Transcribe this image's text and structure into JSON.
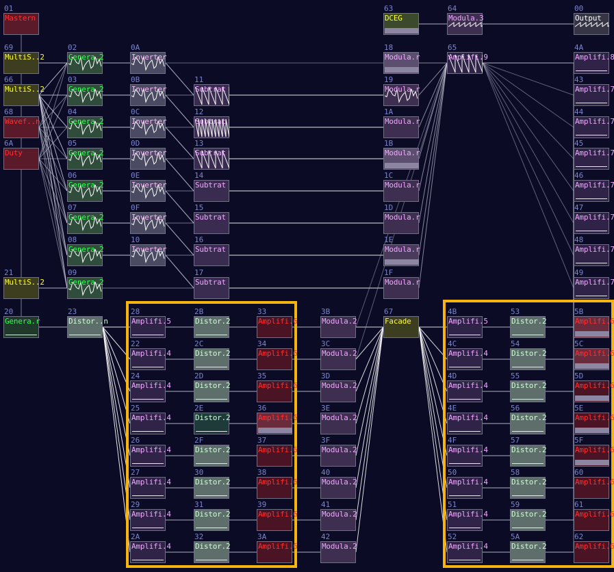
{
  "colors": {
    "background": "#0b0b26",
    "group_border": "#f5b40f"
  },
  "nodes": [
    {
      "id": "01",
      "name": "Mastern",
      "type": "master"
    },
    {
      "id": "69",
      "name": "MultiS..2",
      "type": "multi"
    },
    {
      "id": "66",
      "name": "MultiS..2",
      "type": "multi"
    },
    {
      "id": "68",
      "name": "Wavef..n",
      "type": "red"
    },
    {
      "id": "6A",
      "name": "Duty",
      "type": "red"
    },
    {
      "id": "21",
      "name": "MultiS..2",
      "type": "multi"
    },
    {
      "id": "20",
      "name": "Genera.r",
      "type": "genplain"
    },
    {
      "id": "02",
      "name": "Genera.2",
      "type": "gen"
    },
    {
      "id": "03",
      "name": "Genera.2",
      "type": "gen"
    },
    {
      "id": "04",
      "name": "Genera.2",
      "type": "gen"
    },
    {
      "id": "05",
      "name": "Genera.2",
      "type": "gen"
    },
    {
      "id": "06",
      "name": "Genera.2",
      "type": "gen"
    },
    {
      "id": "07",
      "name": "Genera.2",
      "type": "gen"
    },
    {
      "id": "08",
      "name": "Genera.2",
      "type": "gen"
    },
    {
      "id": "09",
      "name": "Genera.2",
      "type": "gen"
    },
    {
      "id": "23",
      "name": "Distor..n",
      "type": "dist"
    },
    {
      "id": "0A",
      "name": "Inverter",
      "type": "inv"
    },
    {
      "id": "0B",
      "name": "Inverter",
      "type": "inv"
    },
    {
      "id": "0C",
      "name": "Inverter",
      "type": "inv"
    },
    {
      "id": "0D",
      "name": "Inverter",
      "type": "inv"
    },
    {
      "id": "0E",
      "name": "Inverter",
      "type": "inv"
    },
    {
      "id": "0F",
      "name": "Inverter",
      "type": "inv"
    },
    {
      "id": "10",
      "name": "Inverter",
      "type": "inv"
    },
    {
      "id": "28",
      "name": "Amplifi.5",
      "type": "amp"
    },
    {
      "id": "22",
      "name": "Amplifi.4",
      "type": "amp"
    },
    {
      "id": "24",
      "name": "Amplifi.4",
      "type": "amp"
    },
    {
      "id": "25",
      "name": "Amplifi.4",
      "type": "amp"
    },
    {
      "id": "26",
      "name": "Amplifi.4",
      "type": "amp"
    },
    {
      "id": "27",
      "name": "Amplifi.4",
      "type": "amp"
    },
    {
      "id": "29",
      "name": "Amplifi.4",
      "type": "amp"
    },
    {
      "id": "2A",
      "name": "Amplifi.4",
      "type": "amp"
    },
    {
      "id": "11",
      "name": "Subtrat",
      "type": "sub"
    },
    {
      "id": "12",
      "name": "Subtrat",
      "type": "sub"
    },
    {
      "id": "13",
      "name": "Subtrat",
      "type": "sub"
    },
    {
      "id": "14",
      "name": "Subtrat",
      "type": "sub"
    },
    {
      "id": "15",
      "name": "Subtrat",
      "type": "sub"
    },
    {
      "id": "16",
      "name": "Subtrat",
      "type": "sub"
    },
    {
      "id": "17",
      "name": "Subtrat",
      "type": "sub"
    },
    {
      "id": "2B",
      "name": "Distor.2",
      "type": "dist"
    },
    {
      "id": "2C",
      "name": "Distor.2",
      "type": "dist"
    },
    {
      "id": "2D",
      "name": "Distor.2",
      "type": "dist"
    },
    {
      "id": "2E",
      "name": "Distor.2",
      "type": "dist"
    },
    {
      "id": "2F",
      "name": "Distor.2",
      "type": "dist"
    },
    {
      "id": "30",
      "name": "Distor.2",
      "type": "dist"
    },
    {
      "id": "31",
      "name": "Distor.2",
      "type": "dist"
    },
    {
      "id": "32",
      "name": "Distor.2",
      "type": "dist"
    },
    {
      "id": "33",
      "name": "Amplifi.6",
      "type": "ampred"
    },
    {
      "id": "34",
      "name": "Amplifi.6",
      "type": "ampred"
    },
    {
      "id": "35",
      "name": "Amplifi.6",
      "type": "ampred"
    },
    {
      "id": "36",
      "name": "Amplifi.6",
      "type": "ampred"
    },
    {
      "id": "37",
      "name": "Amplifi.6",
      "type": "ampred"
    },
    {
      "id": "38",
      "name": "Amplifi.6",
      "type": "ampred"
    },
    {
      "id": "39",
      "name": "Amplifi.6",
      "type": "ampred"
    },
    {
      "id": "3A",
      "name": "Amplifi.6",
      "type": "ampred"
    },
    {
      "id": "3B",
      "name": "Modula.2",
      "type": "mod"
    },
    {
      "id": "3C",
      "name": "Modula.2",
      "type": "mod"
    },
    {
      "id": "3D",
      "name": "Modula.2",
      "type": "mod"
    },
    {
      "id": "3E",
      "name": "Modula.2",
      "type": "mod"
    },
    {
      "id": "3F",
      "name": "Modula.2",
      "type": "mod"
    },
    {
      "id": "40",
      "name": "Modula.2",
      "type": "mod"
    },
    {
      "id": "41",
      "name": "Modula.2",
      "type": "mod"
    },
    {
      "id": "42",
      "name": "Modula.2",
      "type": "mod"
    },
    {
      "id": "63",
      "name": "DCEG",
      "type": "dceg"
    },
    {
      "id": "18",
      "name": "Modula.r",
      "type": "mod"
    },
    {
      "id": "19",
      "name": "Modula.r",
      "type": "mod"
    },
    {
      "id": "1A",
      "name": "Modula.r",
      "type": "mod"
    },
    {
      "id": "1B",
      "name": "Modula.r",
      "type": "mod"
    },
    {
      "id": "1C",
      "name": "Modula.r",
      "type": "mod"
    },
    {
      "id": "1D",
      "name": "Modula.r",
      "type": "mod"
    },
    {
      "id": "1E",
      "name": "Modula.r",
      "type": "mod"
    },
    {
      "id": "1F",
      "name": "Modula.r",
      "type": "mod"
    },
    {
      "id": "67",
      "name": "Facade",
      "type": "facade"
    },
    {
      "id": "64",
      "name": "Modula.3",
      "type": "mod"
    },
    {
      "id": "65",
      "name": "Amplifi.9",
      "type": "amp"
    },
    {
      "id": "4B",
      "name": "Amplifi.5",
      "type": "amp"
    },
    {
      "id": "4C",
      "name": "Amplifi.4",
      "type": "amp"
    },
    {
      "id": "4D",
      "name": "Amplifi.4",
      "type": "amp"
    },
    {
      "id": "4E",
      "name": "Amplifi.4",
      "type": "amp"
    },
    {
      "id": "4F",
      "name": "Amplifi.4",
      "type": "amp"
    },
    {
      "id": "50",
      "name": "Amplifi.4",
      "type": "amp"
    },
    {
      "id": "51",
      "name": "Amplifi.4",
      "type": "amp"
    },
    {
      "id": "52",
      "name": "Amplifi.4",
      "type": "amp"
    },
    {
      "id": "53",
      "name": "Distor.2",
      "type": "dist"
    },
    {
      "id": "54",
      "name": "Distor.2",
      "type": "dist"
    },
    {
      "id": "55",
      "name": "Distor.2",
      "type": "dist"
    },
    {
      "id": "56",
      "name": "Distor.2",
      "type": "dist"
    },
    {
      "id": "57",
      "name": "Distor.2",
      "type": "dist"
    },
    {
      "id": "58",
      "name": "Distor.2",
      "type": "dist"
    },
    {
      "id": "59",
      "name": "Distor.2",
      "type": "dist"
    },
    {
      "id": "5A",
      "name": "Distor.2",
      "type": "dist"
    },
    {
      "id": "00",
      "name": "Output",
      "type": "output"
    },
    {
      "id": "4A",
      "name": "Amplifi.8",
      "type": "amp"
    },
    {
      "id": "43",
      "name": "Amplifi.7",
      "type": "amp"
    },
    {
      "id": "44",
      "name": "Amplifi.7",
      "type": "amp"
    },
    {
      "id": "45",
      "name": "Amplifi.7",
      "type": "amp"
    },
    {
      "id": "46",
      "name": "Amplifi.7",
      "type": "amp"
    },
    {
      "id": "47",
      "name": "Amplifi.7",
      "type": "amp"
    },
    {
      "id": "48",
      "name": "Amplifi.7",
      "type": "amp"
    },
    {
      "id": "49",
      "name": "Amplifi.7",
      "type": "amp"
    },
    {
      "id": "5B",
      "name": "Amplifi.6",
      "type": "ampred"
    },
    {
      "id": "5C",
      "name": "Amplifi.6",
      "type": "ampred"
    },
    {
      "id": "5D",
      "name": "Amplifi.6",
      "type": "ampred"
    },
    {
      "id": "5E",
      "name": "Amplifi.6",
      "type": "ampred"
    },
    {
      "id": "5F",
      "name": "Amplifi.6",
      "type": "ampred"
    },
    {
      "id": "60",
      "name": "Amplifi.6",
      "type": "ampred"
    },
    {
      "id": "61",
      "name": "Amplifi.6",
      "type": "ampred"
    },
    {
      "id": "62",
      "name": "Amplifi.6",
      "type": "ampred"
    }
  ]
}
